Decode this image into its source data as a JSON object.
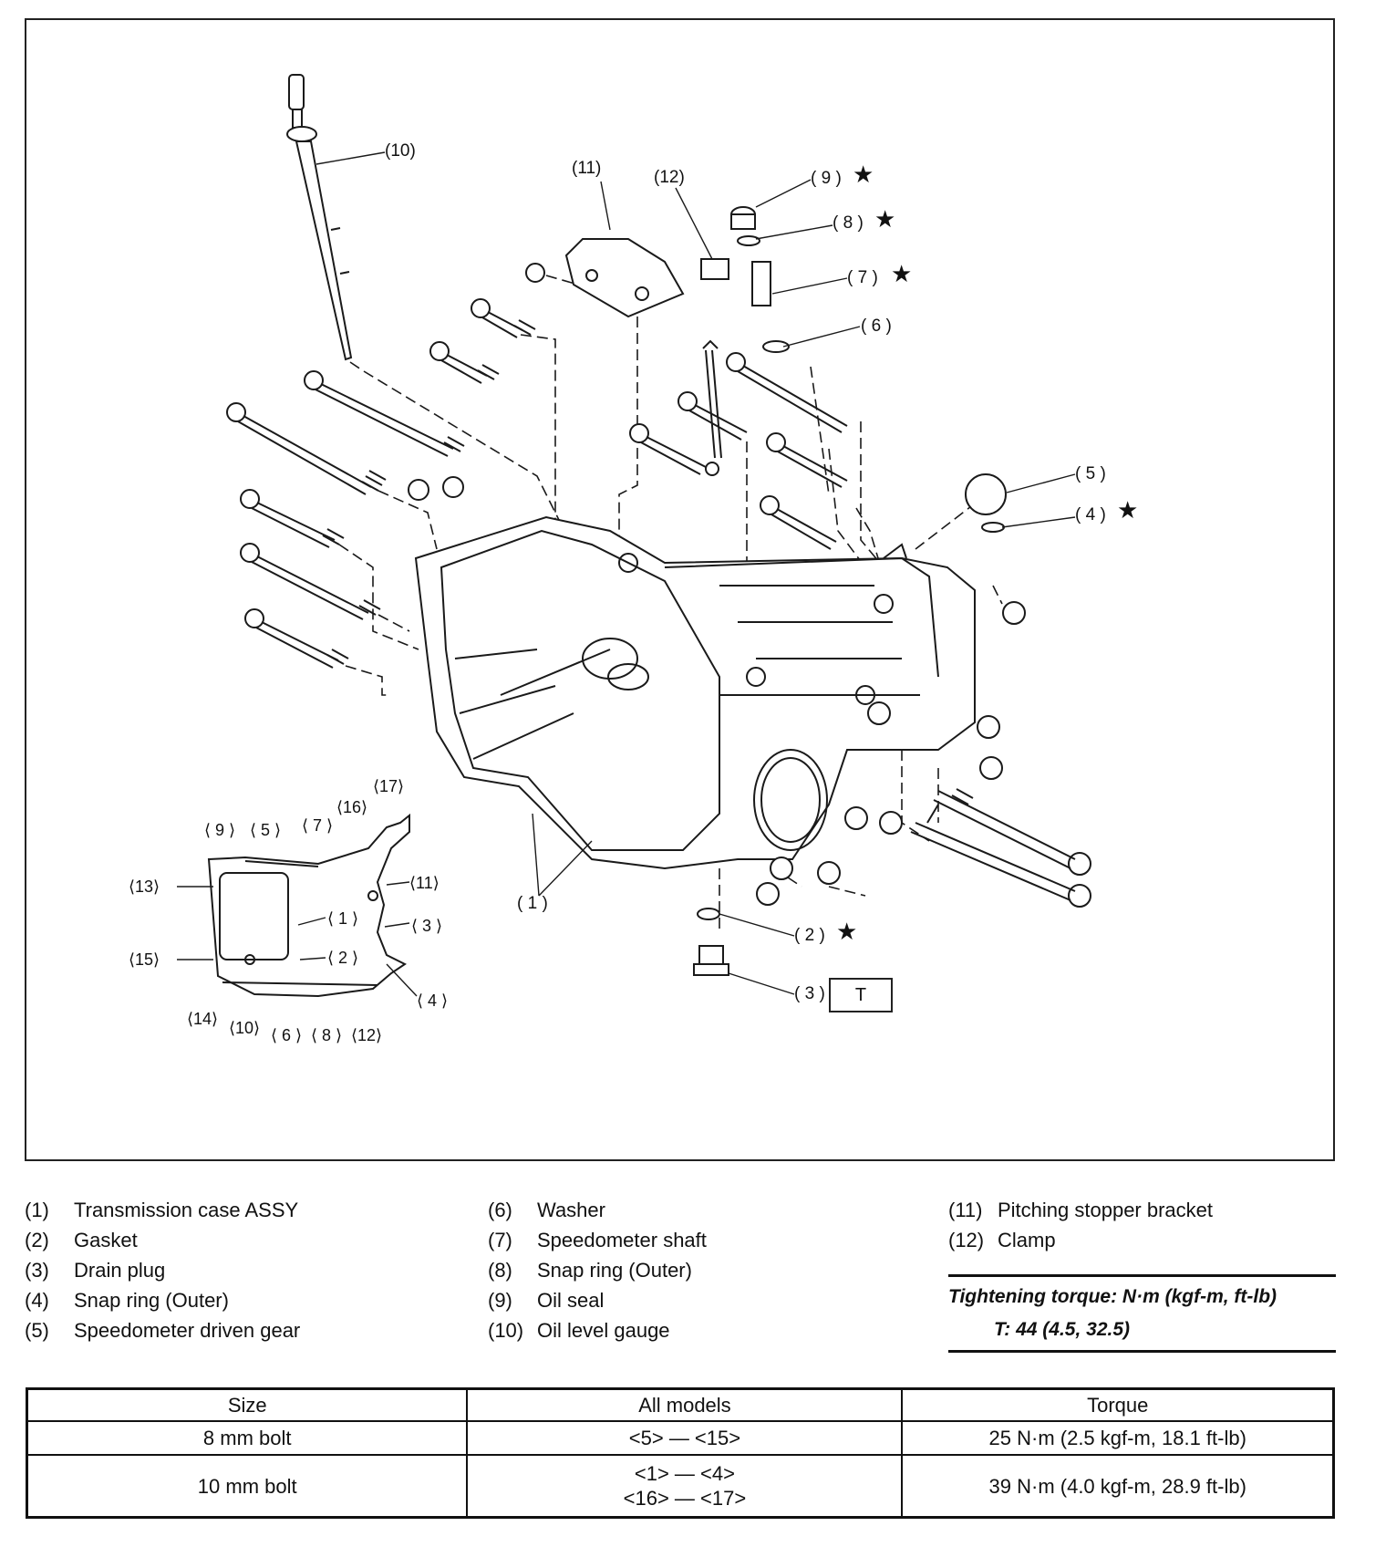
{
  "diagram": {
    "callouts": {
      "c10": "(10)",
      "c11": "(11)",
      "c12": "(12)",
      "c9": "( 9 )",
      "c8": "( 8 )",
      "c7": "( 7 )",
      "c6": "( 6 )",
      "c5": "( 5 )",
      "c4": "( 4 )",
      "c1": "( 1 )",
      "c2": "( 2 )",
      "c3": "( 3 )",
      "t_box": "T"
    },
    "gasket": {
      "g17": "⟨17⟩",
      "g16": "⟨16⟩",
      "g9": "⟨ 9 ⟩",
      "g5": "⟨ 5 ⟩",
      "g7": "⟨ 7 ⟩",
      "g13": "⟨13⟩",
      "g11": "⟨11⟩",
      "g1": "⟨ 1 ⟩",
      "g3": "⟨ 3 ⟩",
      "g15": "⟨15⟩",
      "g2": "⟨ 2 ⟩",
      "g4": "⟨ 4 ⟩",
      "g14": "⟨14⟩",
      "g10": "⟨10⟩",
      "g6": "⟨ 6 ⟩",
      "g8": "⟨ 8 ⟩",
      "g12": "⟨12⟩"
    },
    "star_symbol": "★"
  },
  "legend": {
    "col1": [
      {
        "num": "(1)",
        "label": "Transmission case ASSY"
      },
      {
        "num": "(2)",
        "label": "Gasket"
      },
      {
        "num": "(3)",
        "label": "Drain plug"
      },
      {
        "num": "(4)",
        "label": "Snap ring (Outer)"
      },
      {
        "num": "(5)",
        "label": "Speedometer driven gear"
      }
    ],
    "col2": [
      {
        "num": "(6)",
        "label": "Washer"
      },
      {
        "num": "(7)",
        "label": "Speedometer shaft"
      },
      {
        "num": "(8)",
        "label": "Snap ring (Outer)"
      },
      {
        "num": "(9)",
        "label": "Oil seal"
      },
      {
        "num": "(10)",
        "label": "Oil level gauge"
      }
    ],
    "col3": [
      {
        "num": "(11)",
        "label": "Pitching stopper bracket"
      },
      {
        "num": "(12)",
        "label": "Clamp"
      }
    ]
  },
  "torque_note": {
    "line1": "Tightening torque: N·m (kgf-m, ft-lb)",
    "line2": "T: 44 (4.5, 32.5)"
  },
  "bolt_table": {
    "headers": [
      "Size",
      "All models",
      "Torque"
    ],
    "row1": {
      "size": "8 mm bolt",
      "models": "<5> — <15>",
      "torque": "25 N·m (2.5 kgf-m, 18.1 ft-lb)"
    },
    "row2": {
      "size": "10 mm bolt",
      "models_line1": "<1> — <4>",
      "models_line2": "<16> — <17>",
      "torque": "39 N·m (4.0 kgf-m, 28.9 ft-lb)"
    }
  }
}
